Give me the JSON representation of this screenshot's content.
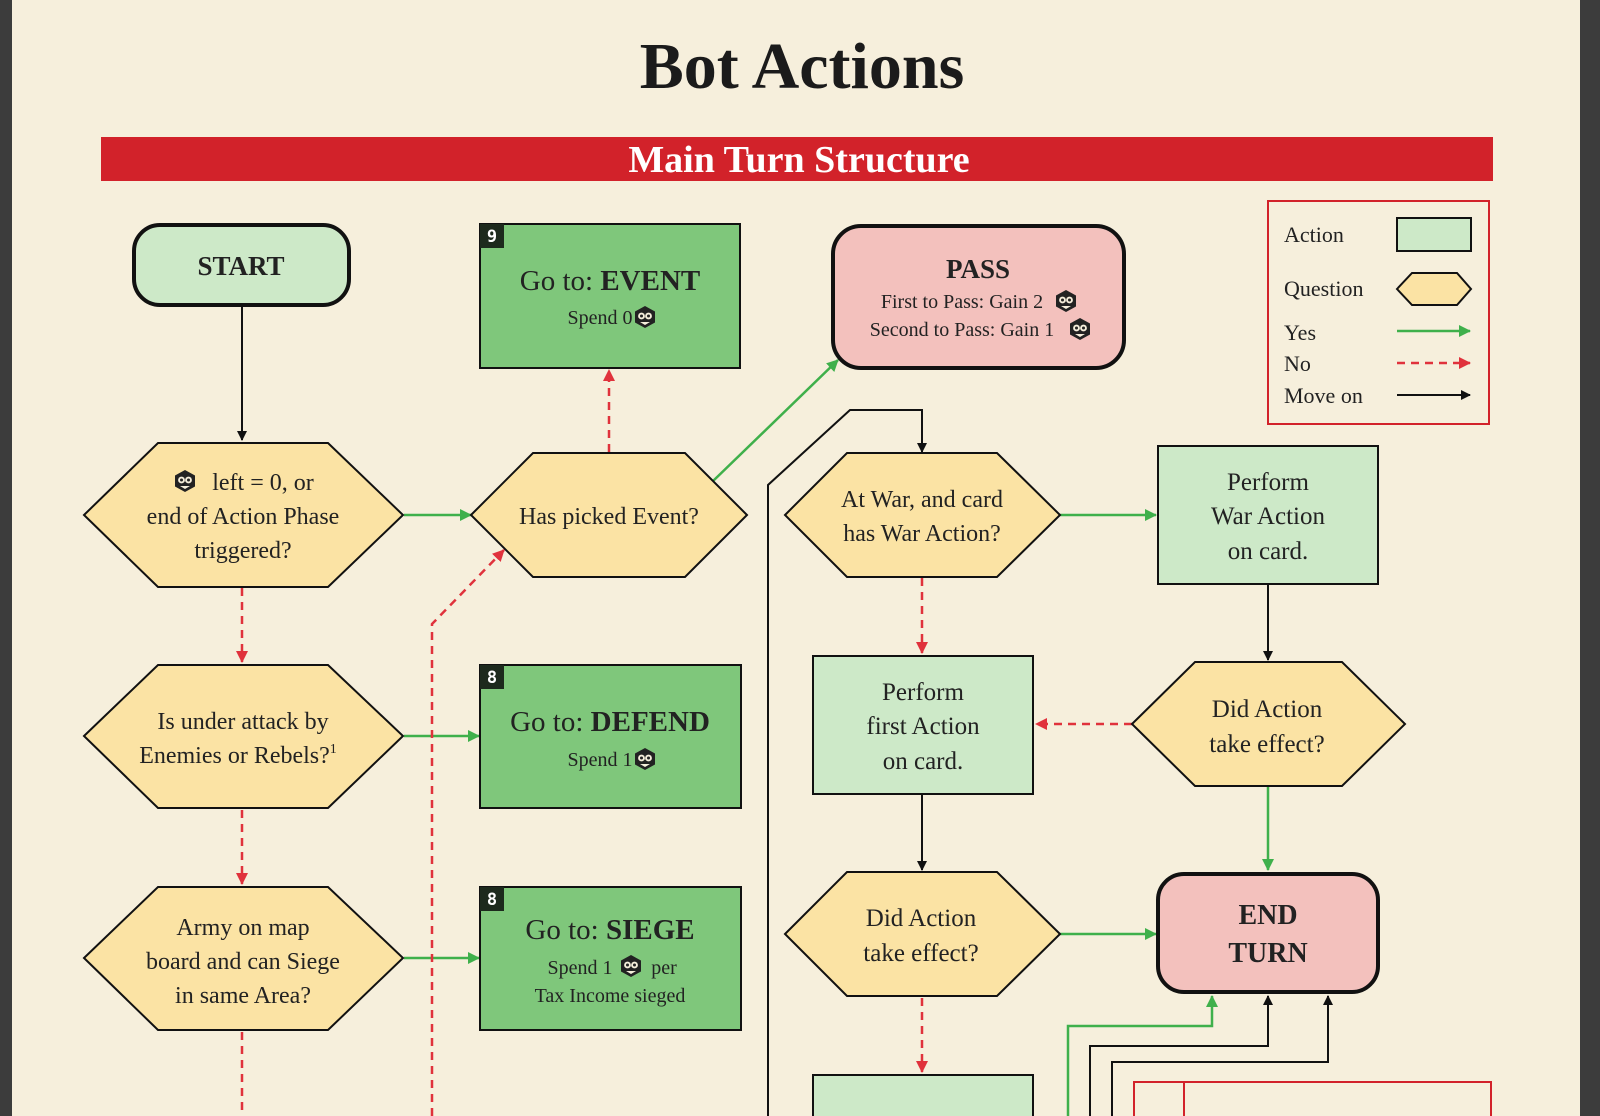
{
  "title": "Bot Actions",
  "section_banner": "Main Turn Structure",
  "colors": {
    "page_background": "#f6efdc",
    "banner_red": "#d2222a",
    "action_fill": "#cde9c8",
    "action_dark_fill": "#7fc77b",
    "question_fill": "#fbe3a4",
    "terminal_fill": "#f3c1bd",
    "yes_arrow": "#3fb04b",
    "no_arrow": "#e0323c",
    "move_on_arrow": "#111111"
  },
  "legend": {
    "action": "Action",
    "question": "Question",
    "yes": "Yes",
    "no": "No",
    "move_on": "Move on"
  },
  "nodes": {
    "start": {
      "label": "START"
    },
    "event": {
      "badge": "9",
      "prefix": "Go to: ",
      "target": "EVENT",
      "spend_text": "Spend 0",
      "icon": "worker-cube-icon"
    },
    "pass": {
      "label": "PASS",
      "line1": "First to Pass: Gain 2",
      "line2": "Second to Pass: Gain 1",
      "icon": "worker-cube-icon"
    },
    "q_left": {
      "line1": "left = 0, or",
      "line2": "end of Action Phase",
      "line3": "triggered?",
      "icon": "worker-cube-icon"
    },
    "q_event": {
      "line1": "Has picked Event?"
    },
    "q_war": {
      "line1": "At War, and card",
      "line2": "has War Action?"
    },
    "war_action": {
      "line1": "Perform",
      "line2": "War Action",
      "line3": "on card."
    },
    "q_attack": {
      "line1": "Is under attack by",
      "line2": "Enemies or Rebels?",
      "footnote": "1"
    },
    "defend": {
      "badge": "8",
      "prefix": "Go to: ",
      "target": "DEFEND",
      "spend_text": "Spend 1",
      "icon": "worker-cube-icon"
    },
    "first_action": {
      "line1": "Perform",
      "line2": "first Action",
      "line3": "on card."
    },
    "q_effect_right": {
      "line1": "Did Action",
      "line2": "take effect?"
    },
    "q_siege": {
      "line1": "Army on map",
      "line2": "board and can Siege",
      "line3": "in same Area?"
    },
    "siege": {
      "badge": "8",
      "prefix": "Go to: ",
      "target": "SIEGE",
      "spend_text": "Spend 1",
      "spend_suffix": "per",
      "line3": "Tax Income sieged",
      "icon": "worker-cube-icon"
    },
    "q_effect_mid": {
      "line1": "Did Action",
      "line2": "take effect?"
    },
    "end_turn": {
      "line1": "END",
      "line2": "TURN"
    }
  }
}
